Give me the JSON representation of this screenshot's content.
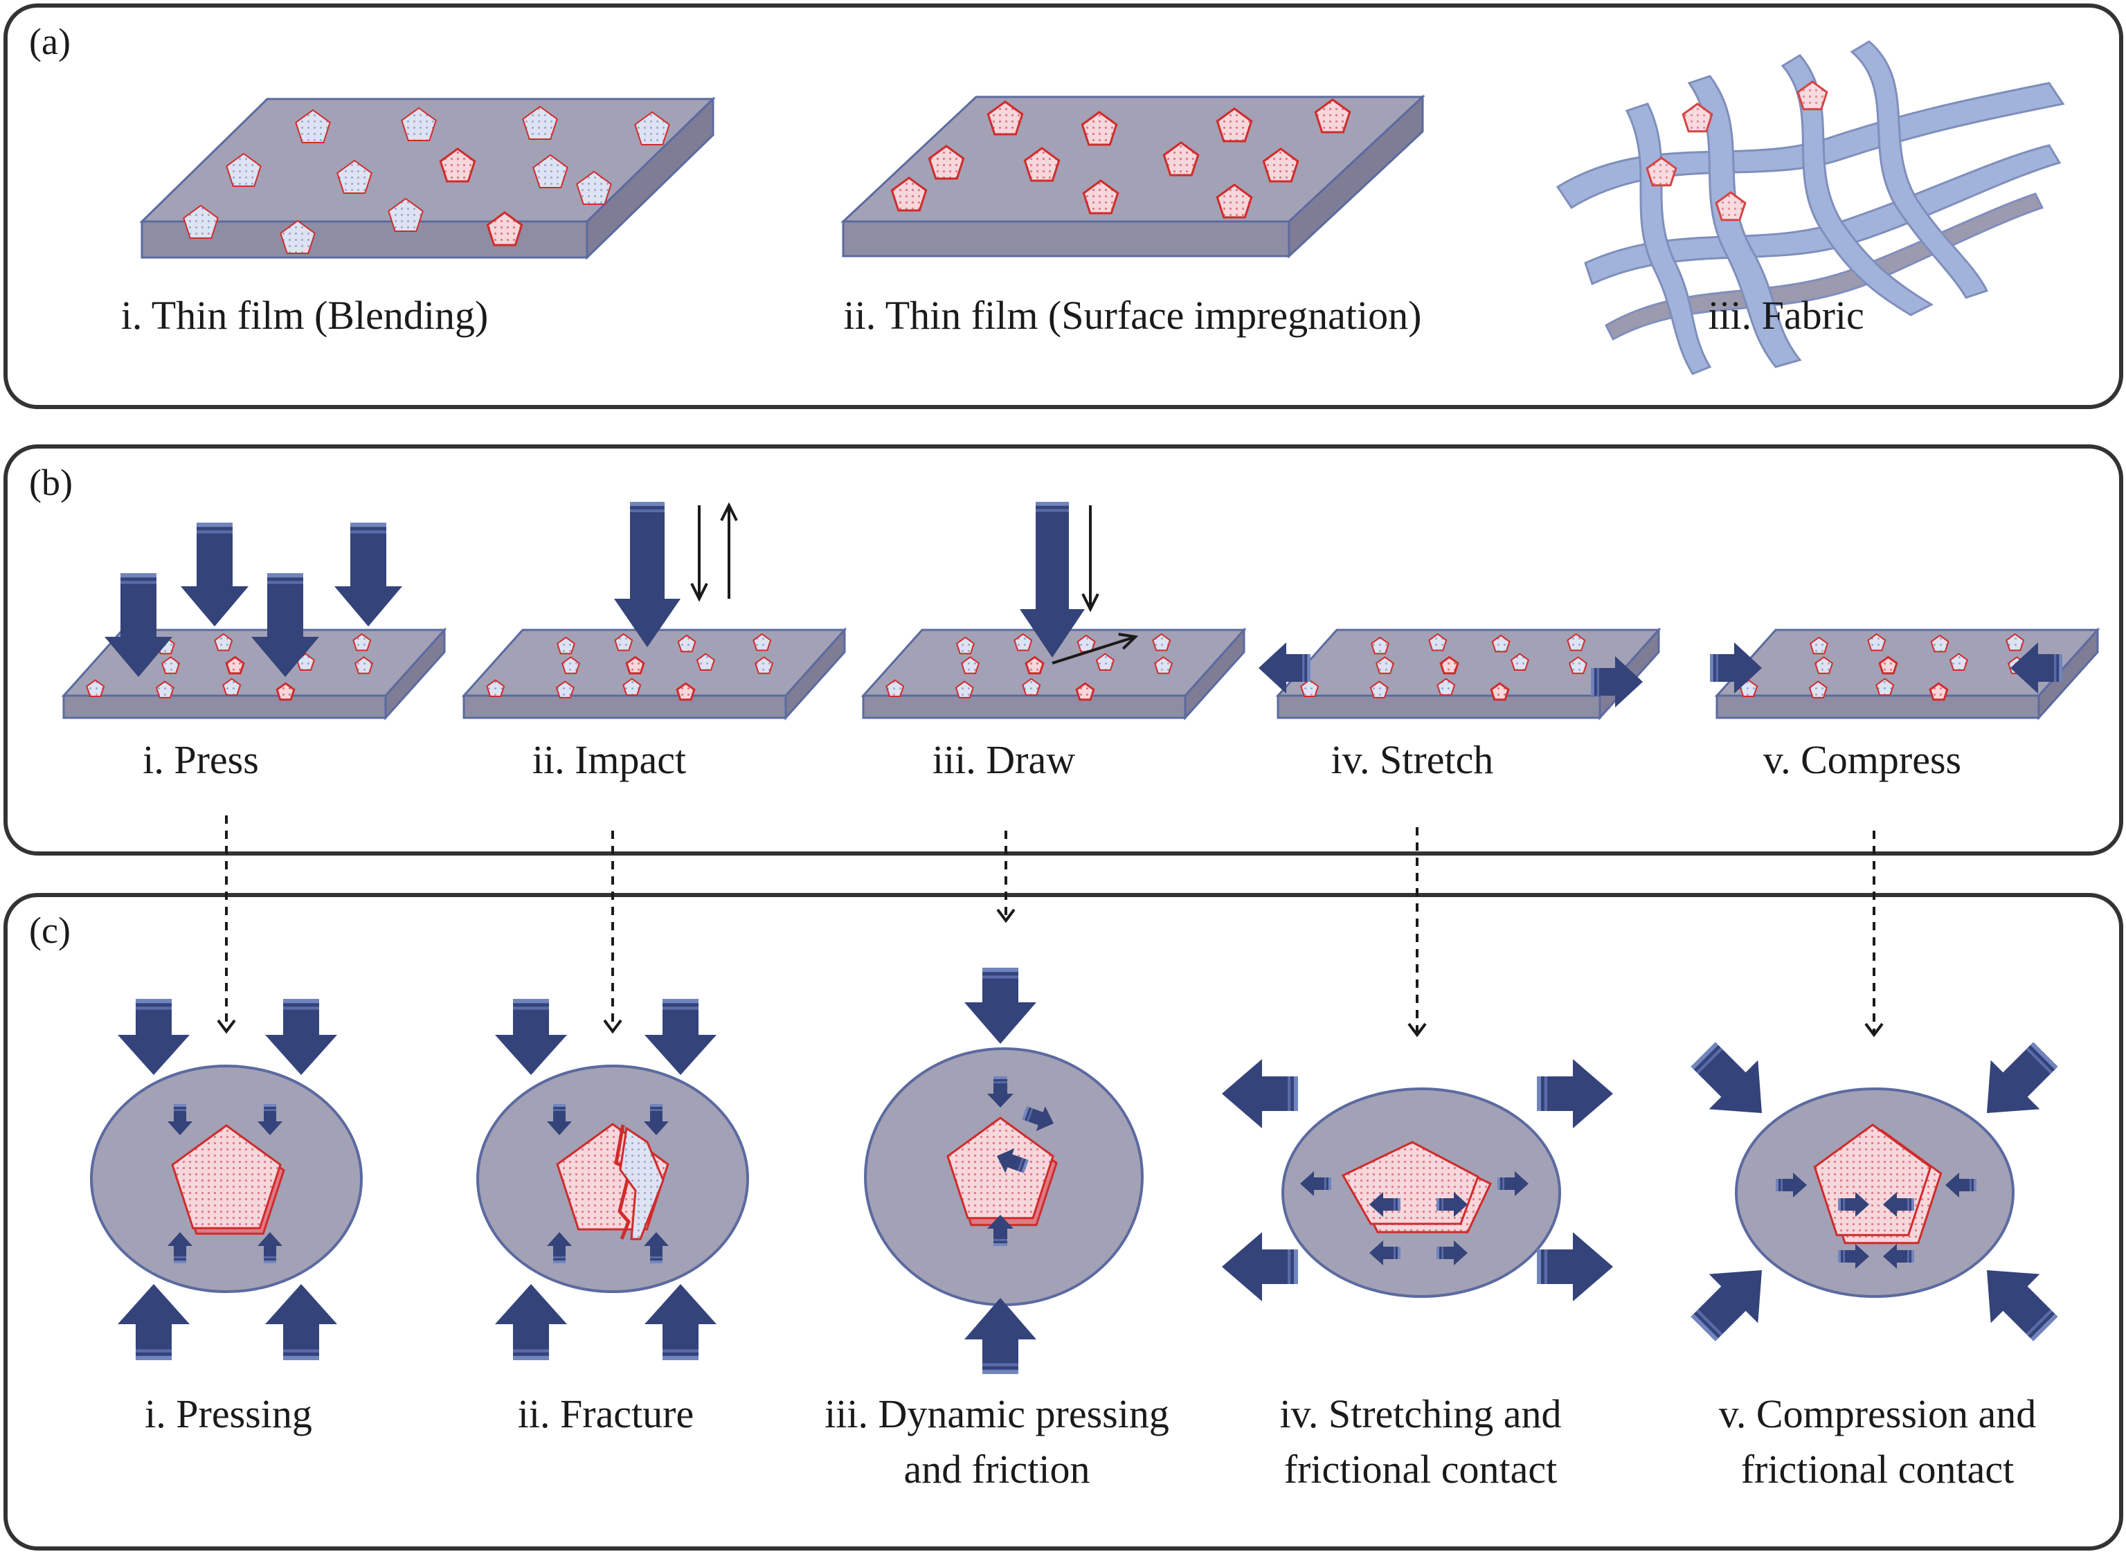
{
  "panels": {
    "a": {
      "tag": "(a)",
      "items": [
        {
          "caption": "i. Thin film (Blending)"
        },
        {
          "caption": "ii. Thin film (Surface impregnation)"
        },
        {
          "caption": "iii. Fabric"
        }
      ]
    },
    "b": {
      "tag": "(b)",
      "items": [
        {
          "caption": "i. Press"
        },
        {
          "caption": "ii. Impact"
        },
        {
          "caption": "iii. Draw"
        },
        {
          "caption": "iv. Stretch"
        },
        {
          "caption": "v. Compress"
        }
      ]
    },
    "c": {
      "tag": "(c)",
      "items": [
        {
          "line1": "i. Pressing",
          "line2": ""
        },
        {
          "line1": "ii. Fracture",
          "line2": ""
        },
        {
          "line1": "iii. Dynamic pressing",
          "line2": "and friction"
        },
        {
          "line1": "iv. Stretching and",
          "line2": "frictional contact"
        },
        {
          "line1": "v. Compression and",
          "line2": "frictional contact"
        }
      ]
    }
  },
  "colors": {
    "frame": "#333333",
    "slab_top": "#a3a1b5",
    "slab_side": "#8f8da3",
    "slab_edge": "#5b6aa0",
    "particle_fill": "#f6d7dc",
    "particle_stroke": "#d02b2b",
    "particle_pale_fill": "#dde3f2",
    "arrow_main": "#34437a",
    "arrow_light": "#7185bd",
    "fabric": "#95a9d6",
    "fabric_edge": "#6e7fb3",
    "text": "#1a1a1a"
  }
}
